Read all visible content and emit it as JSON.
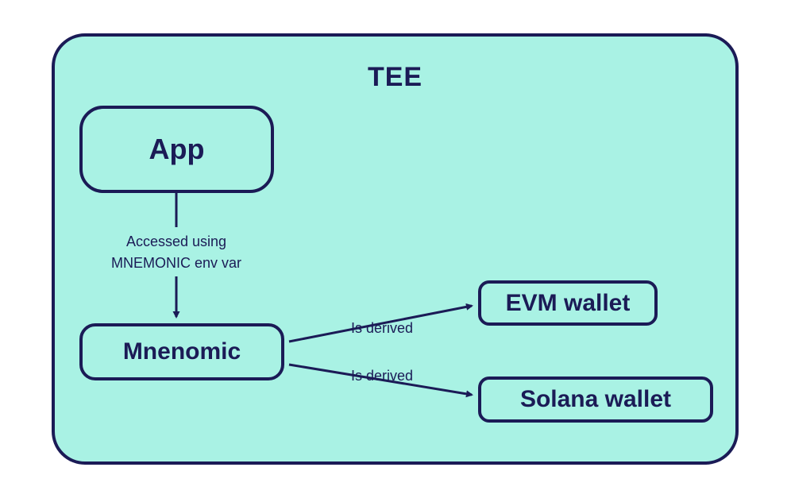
{
  "diagram": {
    "container": {
      "title": "TEE"
    },
    "nodes": {
      "app": {
        "label": "App"
      },
      "mnemonic": {
        "label": "Mnenomic"
      },
      "evm_wallet": {
        "label": "EVM wallet"
      },
      "solana_wallet": {
        "label": "Solana wallet"
      }
    },
    "edges": {
      "app_to_mnemonic": {
        "label_line1": "Accessed using",
        "label_line2": "MNEMONIC env var"
      },
      "mnemonic_to_evm": {
        "label": "Is derived"
      },
      "mnemonic_to_solana": {
        "label": "Is derived"
      }
    },
    "colors": {
      "node_fill": "#a9f2e4",
      "stroke": "#1b1b56",
      "background": "#ffffff"
    }
  }
}
